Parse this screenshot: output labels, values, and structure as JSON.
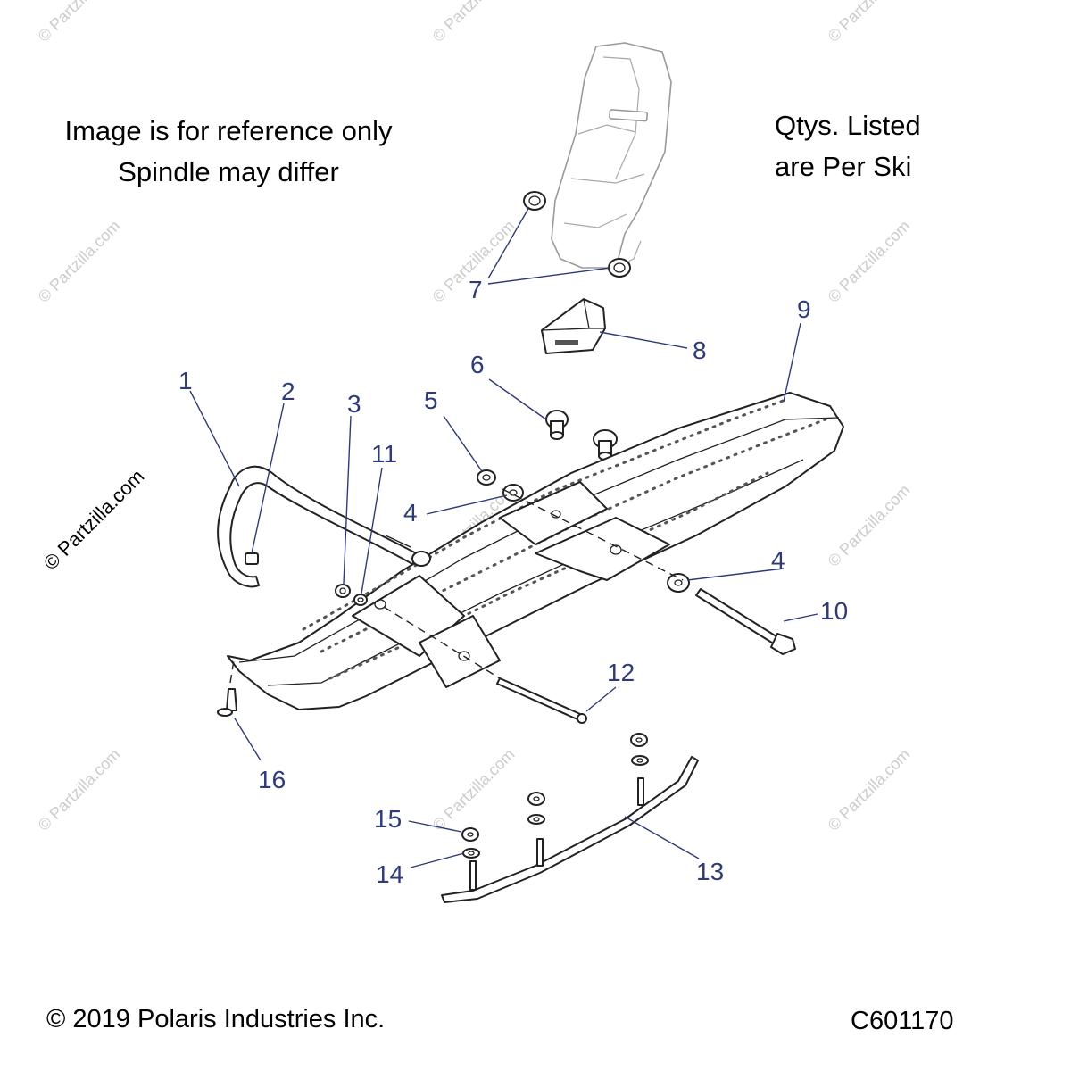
{
  "notes": {
    "reference_line1": "Image is for reference only",
    "reference_line2": "Spindle may differ",
    "qty_line1": "Qtys. Listed",
    "qty_line2": "are Per Ski"
  },
  "footer": {
    "copyright": "© 2019 Polaris Industries Inc.",
    "diagram_code": "C601170"
  },
  "watermark": {
    "text": "© Partzilla.com",
    "side_text": "© Partzilla.com"
  },
  "callouts": {
    "c1": "1",
    "c2": "2",
    "c3": "3",
    "c4a": "4",
    "c4b": "4",
    "c5": "5",
    "c6": "6",
    "c7": "7",
    "c8": "8",
    "c9": "9",
    "c10": "10",
    "c11": "11",
    "c12": "12",
    "c13": "13",
    "c14": "14",
    "c15": "15",
    "c16": "16"
  },
  "colors": {
    "callout": "#2e3b78",
    "watermark": "#cccccc",
    "line_art": "#222222"
  }
}
